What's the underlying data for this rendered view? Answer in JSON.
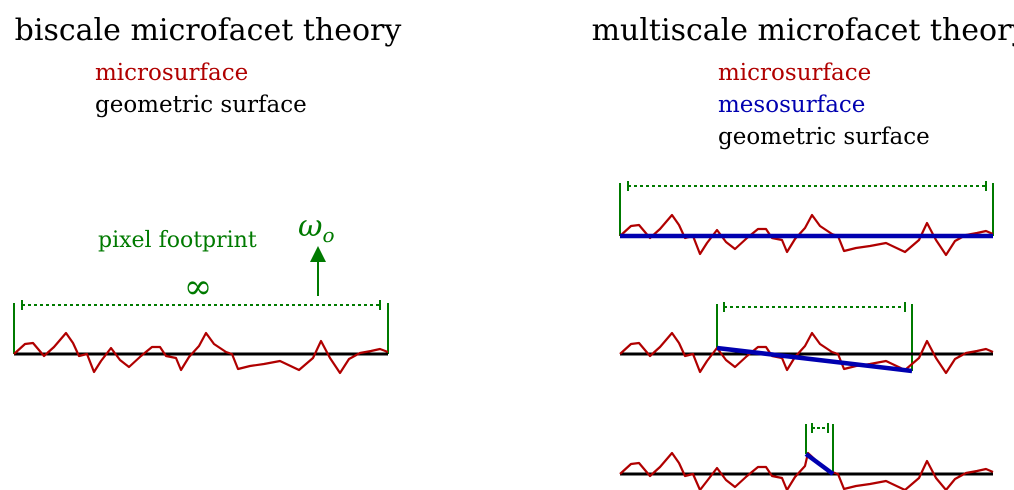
{
  "left_panel": {
    "title": "biscale microfacet theory",
    "legend": [
      {
        "label": "microsurface",
        "color": "#b00000"
      },
      {
        "label": "geometric surface",
        "color": "#000000"
      }
    ],
    "footprint_label": "pixel footprint",
    "omega_label": "ω",
    "omega_subscript": "o",
    "infinity_label": "∞"
  },
  "right_panel": {
    "title": "multiscale microfacet theory",
    "legend": [
      {
        "label": "microsurface",
        "color": "#b00000"
      },
      {
        "label": "mesosurface",
        "color": "#0000b0"
      },
      {
        "label": "geometric surface",
        "color": "#000000"
      }
    ]
  },
  "colors": {
    "microsurface": "#b00000",
    "mesosurface": "#0000b0",
    "geometric": "#000000",
    "footprint": "#007a00"
  }
}
